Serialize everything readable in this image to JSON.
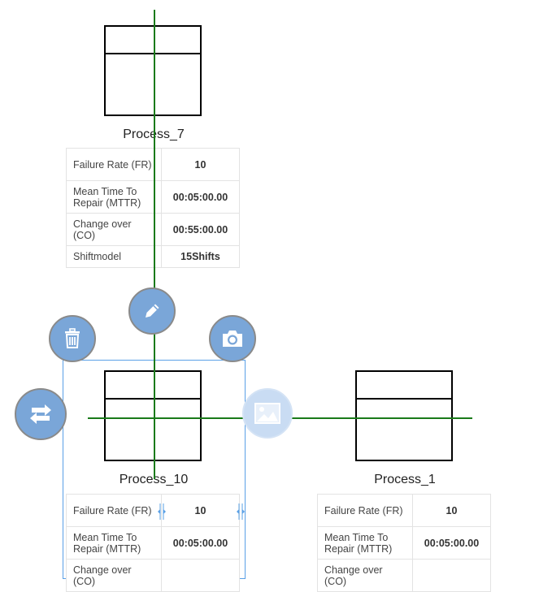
{
  "process_labels": {
    "failure_rate": "Failure Rate (FR)",
    "mttr": "Mean Time To Repair (MTTR)",
    "changeover": "Change over (CO)",
    "shiftmodel": "Shiftmodel"
  },
  "processes": [
    {
      "name": "Process_7",
      "failure_rate": "10",
      "mttr": "00:05:00.00",
      "changeover": "00:55:00.00",
      "shiftmodel": "15Shifts"
    },
    {
      "name": "Process_10",
      "failure_rate": "10",
      "mttr": "00:05:00.00",
      "selected": true
    },
    {
      "name": "Process_1",
      "failure_rate": "10",
      "mttr": "00:05:00.00"
    }
  ],
  "context_menu": {
    "icons": [
      "delete-icon",
      "edit-icon",
      "camera-icon",
      "replace-icon",
      "image-icon"
    ]
  },
  "colors": {
    "guide_line": "#1a7a1a",
    "action_button": "#7aa6d8",
    "selection_border": "#5aa0e6"
  }
}
